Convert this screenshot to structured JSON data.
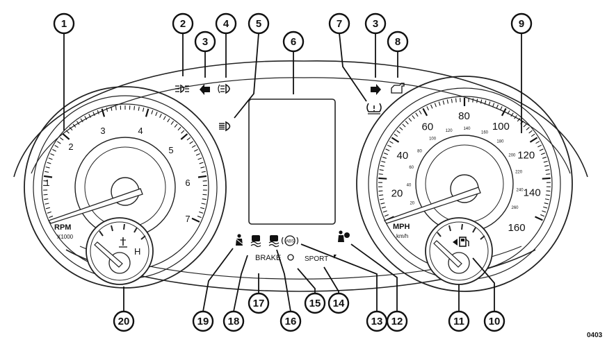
{
  "figure_code": "0403",
  "tachometer": {
    "labels": [
      "1",
      "2",
      "3",
      "4",
      "5",
      "6",
      "7"
    ],
    "unit": "RPM",
    "multiplier": "X1000"
  },
  "temperature_gauge": {
    "hot_label": "H"
  },
  "speedometer": {
    "mph_labels": [
      "20",
      "40",
      "60",
      "80",
      "100",
      "120",
      "140",
      "160"
    ],
    "kmh_labels": [
      "20",
      "40",
      "60",
      "80",
      "100",
      "120",
      "140",
      "160",
      "180",
      "200",
      "220",
      "240",
      "260"
    ],
    "unit_mph": "MPH",
    "unit_kmh": "km/h"
  },
  "indicators": {
    "brake": "BRAKE",
    "sport": "SPORT",
    "abs": "ABS"
  },
  "callouts": [
    "1",
    "2",
    "3",
    "4",
    "5",
    "6",
    "7",
    "3",
    "8",
    "9",
    "10",
    "11",
    "12",
    "13",
    "14",
    "15",
    "16",
    "17",
    "18",
    "19",
    "20"
  ]
}
